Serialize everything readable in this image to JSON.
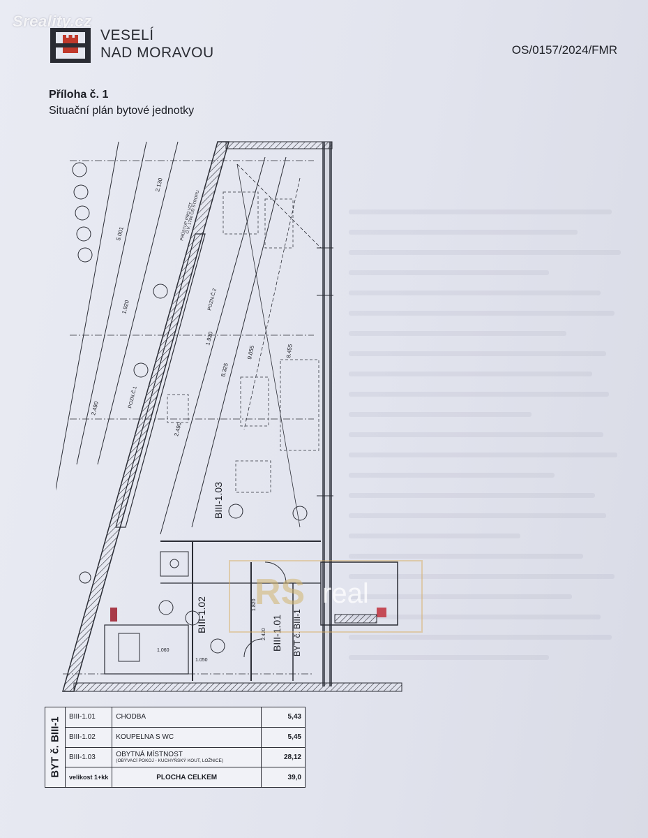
{
  "watermark": {
    "top_left": "Sreality.cz",
    "overlay_box": "real"
  },
  "header": {
    "town_line1": "VESELÍ",
    "town_line2": "NAD MORAVOU",
    "reference": "OS/0157/2024/FMR"
  },
  "annex": {
    "title": "Příloha č. 1",
    "subtitle": "Situační plán bytové jednotky"
  },
  "plan": {
    "room_labels": [
      "BIII-1.03",
      "BIII-1.02",
      "BIII-1.01",
      "BYT č. BIII-1"
    ],
    "dimensions": [
      "5.001",
      "2.130",
      "1.920",
      "2.490",
      "1.920",
      "8.325",
      "9.055",
      "8.455",
      "2.490",
      "1.060",
      "2.420",
      "1.820",
      "1.050"
    ],
    "notes": [
      "PRŮSTUP PRO VZT",
      "O.V. 1700 OD STROPU",
      "POZN.Č.1",
      "POZN.Č.2"
    ]
  },
  "table": {
    "side_label": "BYT č. BIII-1",
    "rows": [
      {
        "code": "BIII-1.01",
        "name": "CHODBA",
        "sub": "",
        "area": "5,43"
      },
      {
        "code": "BIII-1.02",
        "name": "KOUPELNA S WC",
        "sub": "",
        "area": "5,45"
      },
      {
        "code": "BIII-1.03",
        "name": "OBYTNÁ MÍSTNOST",
        "sub": "(OBÝVACÍ POKOJ - KUCHYŇSKÝ KOUT, LOŽNICE)",
        "area": "28,12"
      }
    ],
    "total": {
      "size_label": "velikost 1+kk",
      "label": "PLOCHA CELKEM",
      "area": "39,0"
    }
  },
  "colors": {
    "paper": "#e4e6ef",
    "ink": "#1b1d24",
    "logo_red": "#c0392b",
    "watermark_gold": "#d2b46e"
  }
}
